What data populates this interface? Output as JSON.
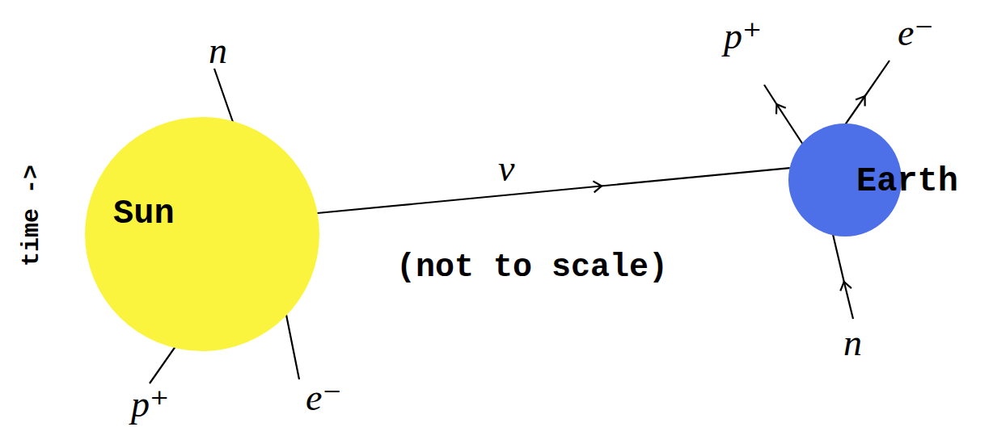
{
  "diagram": {
    "nodes": [
      {
        "text": [
          "Sun"
        ]
      },
      {
        "text": [
          "Earth"
        ]
      }
    ],
    "edges": [
      {
        "from": 0,
        "to": 1,
        "arrow": "to",
        "label": "ν"
      }
    ],
    "labels": [
      "time ->",
      "n",
      "p⁺",
      "e⁻",
      "(not to scale)",
      "p⁺",
      "e⁻",
      "n"
    ]
  }
}
